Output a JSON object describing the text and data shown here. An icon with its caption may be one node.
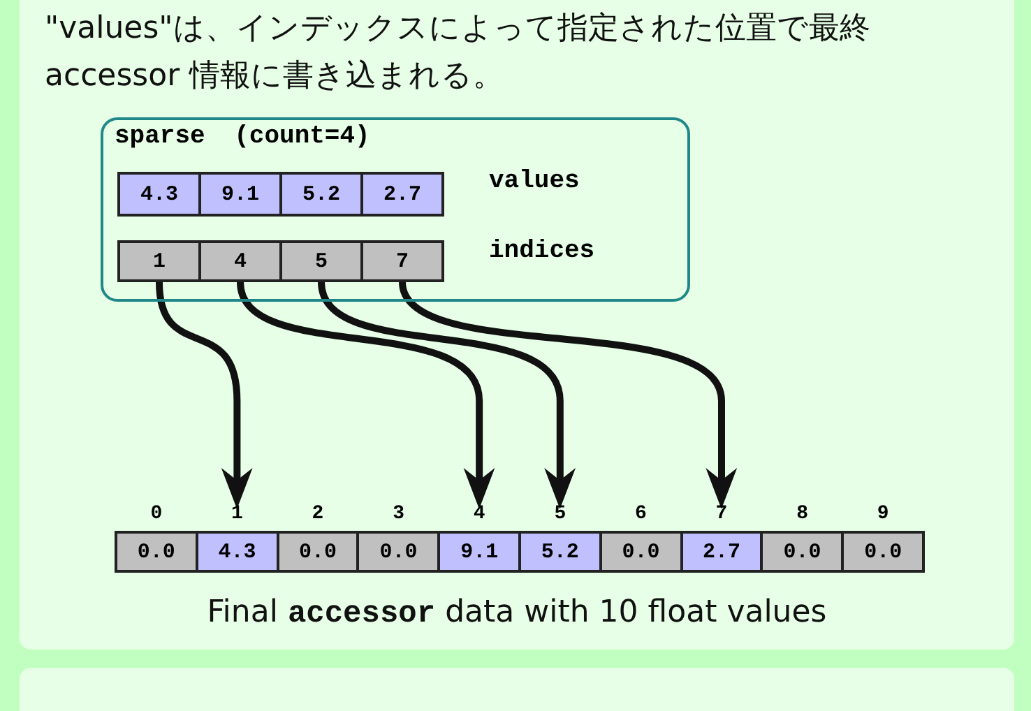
{
  "diagram": {
    "nodes": [
      {
        "text": [
          "sparse (count=4)"
        ]
      },
      {
        "text": [
          "4.3"
        ],
        "in": 0
      },
      {
        "text": [
          "9.1"
        ],
        "in": 0
      },
      {
        "text": [
          "5.2"
        ],
        "in": 0
      },
      {
        "text": [
          "2.7"
        ],
        "in": 0
      },
      {
        "text": [
          "1"
        ],
        "in": 0
      },
      {
        "text": [
          "4"
        ],
        "in": 0
      },
      {
        "text": [
          "5"
        ],
        "in": 0
      },
      {
        "text": [
          "7"
        ],
        "in": 0
      },
      {
        "text": [
          "0.0"
        ],
        "beside": [
          "0"
        ]
      },
      {
        "text": [
          "4.3"
        ],
        "beside": [
          "1"
        ]
      },
      {
        "text": [
          "0.0"
        ],
        "beside": [
          "2"
        ]
      },
      {
        "text": [
          "0.0"
        ],
        "beside": [
          "3"
        ]
      },
      {
        "text": [
          "9.1"
        ],
        "beside": [
          "4"
        ]
      },
      {
        "text": [
          "5.2"
        ],
        "beside": [
          "5"
        ]
      },
      {
        "text": [
          "0.0"
        ],
        "beside": [
          "6"
        ]
      },
      {
        "text": [
          "2.7"
        ],
        "beside": [
          "7"
        ]
      },
      {
        "text": [
          "0.0"
        ],
        "beside": [
          "8"
        ]
      },
      {
        "text": [
          "0.0"
        ],
        "beside": [
          "9"
        ]
      }
    ],
    "edges": [
      {
        "from": 5,
        "to": 10,
        "arrow": "to"
      },
      {
        "from": 6,
        "to": 13,
        "arrow": "to"
      },
      {
        "from": 7,
        "to": 14,
        "arrow": "to"
      },
      {
        "from": 8,
        "to": 16,
        "arrow": "to"
      }
    ],
    "labels": [
      "\"values\"は、インデックスによって指定された位置で最終 accessor 情報に書き込まれる。",
      "values",
      "indices"
    ],
    "caption": "Final **accessor** data with 10 float values"
  }
}
